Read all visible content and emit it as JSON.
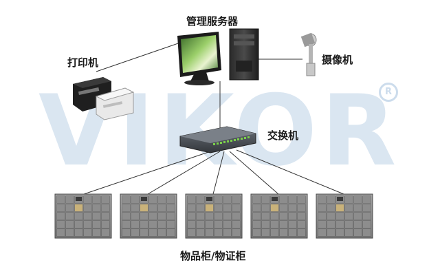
{
  "watermark": {
    "text": "VIKOR",
    "symbol": "R"
  },
  "nodes": {
    "server": {
      "label": "管理服务器",
      "icon": "computer-server-icon"
    },
    "printer": {
      "label": "打印机",
      "icon": "receipt-printer-icon"
    },
    "camera": {
      "label": "摄像机",
      "icon": "camera-icon"
    },
    "switch": {
      "label": "交换机",
      "icon": "network-switch-icon"
    },
    "lockers": {
      "label": "物品柜/物证柜",
      "icon": "locker-cabinet-icon",
      "count": 5
    }
  },
  "colors": {
    "watermark": "#8fb3d6",
    "cabinet": "#8a8a8a",
    "switch": "#4a4f55",
    "switch_ports": "#7bd04a",
    "line": "#333333"
  }
}
